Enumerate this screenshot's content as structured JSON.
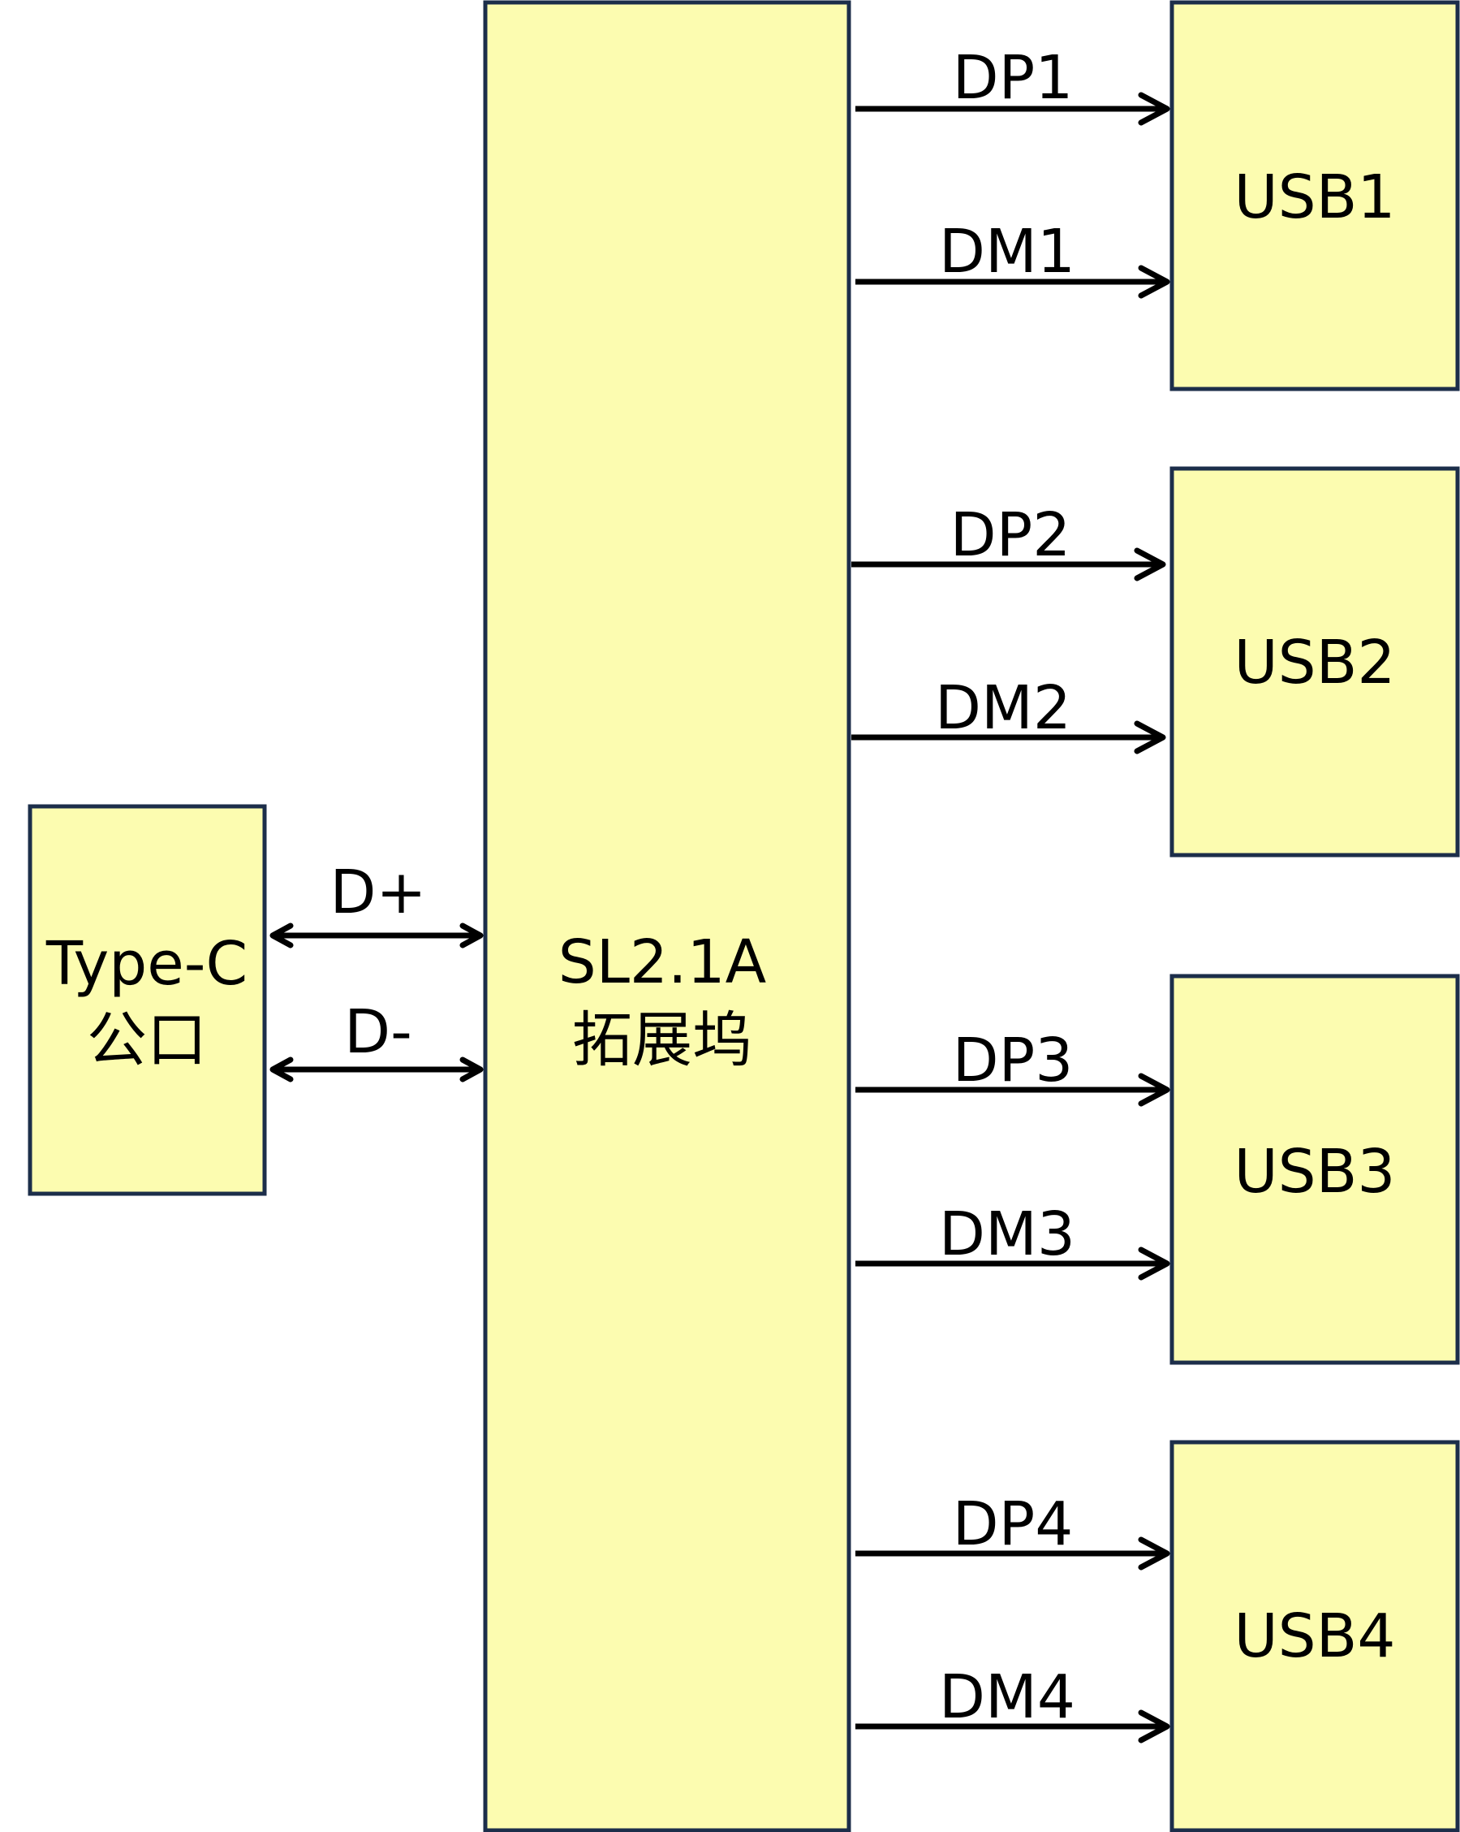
{
  "type_c": {
    "line1": "Type-C",
    "line2": "公口"
  },
  "hub": {
    "line1": "SL2.1A",
    "line2": "拓展坞"
  },
  "host_signals": {
    "d_plus": "D+",
    "d_minus": "D-"
  },
  "usb_ports": [
    {
      "label": "USB1",
      "dp": "DP1",
      "dm": "DM1"
    },
    {
      "label": "USB2",
      "dp": "DP2",
      "dm": "DM2"
    },
    {
      "label": "USB3",
      "dp": "DP3",
      "dm": "DM3"
    },
    {
      "label": "USB4",
      "dp": "DP4",
      "dm": "DM4"
    }
  ]
}
